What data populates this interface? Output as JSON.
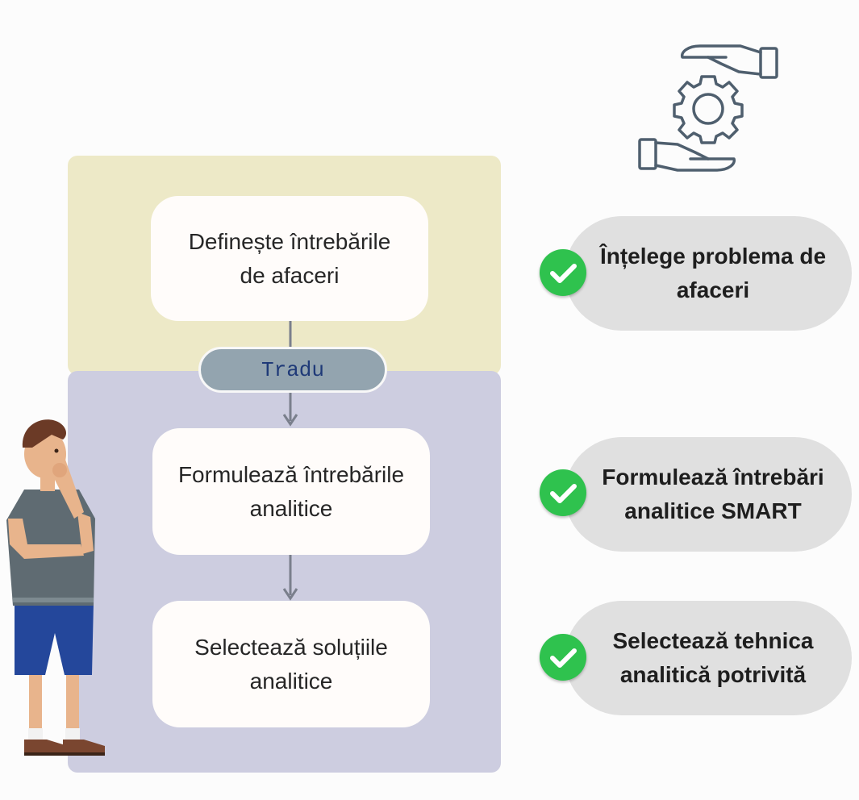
{
  "flow": {
    "steps": [
      {
        "line1": "Definește întrebările",
        "line2": "de afaceri"
      },
      {
        "line1": "Formulează întrebările",
        "line2": "analitice"
      },
      {
        "line1": "Selectează soluțiile",
        "line2": "analitice"
      }
    ],
    "translate_label": "Tradu"
  },
  "outcomes": [
    {
      "line1": "Înțelege problema de",
      "line2": "afaceri"
    },
    {
      "line1": "Formulează întrebări",
      "line2": "analitice SMART"
    },
    {
      "line1": "Selectează tehnica",
      "line2": "analitică potrivită"
    }
  ],
  "icons": {
    "top_right": "hands-gear-icon",
    "check": "check-circle-icon",
    "figure": "thinking-person-illustration"
  },
  "colors": {
    "top_panel": "#ede9c7",
    "bottom_panel": "#cdcde0",
    "translate_pill": "#93a4af",
    "translate_text": "#1f3a78",
    "check": "#2fc24e",
    "outcome_pill": "#e0e0e0",
    "icon_stroke": "#4f5f6e"
  }
}
